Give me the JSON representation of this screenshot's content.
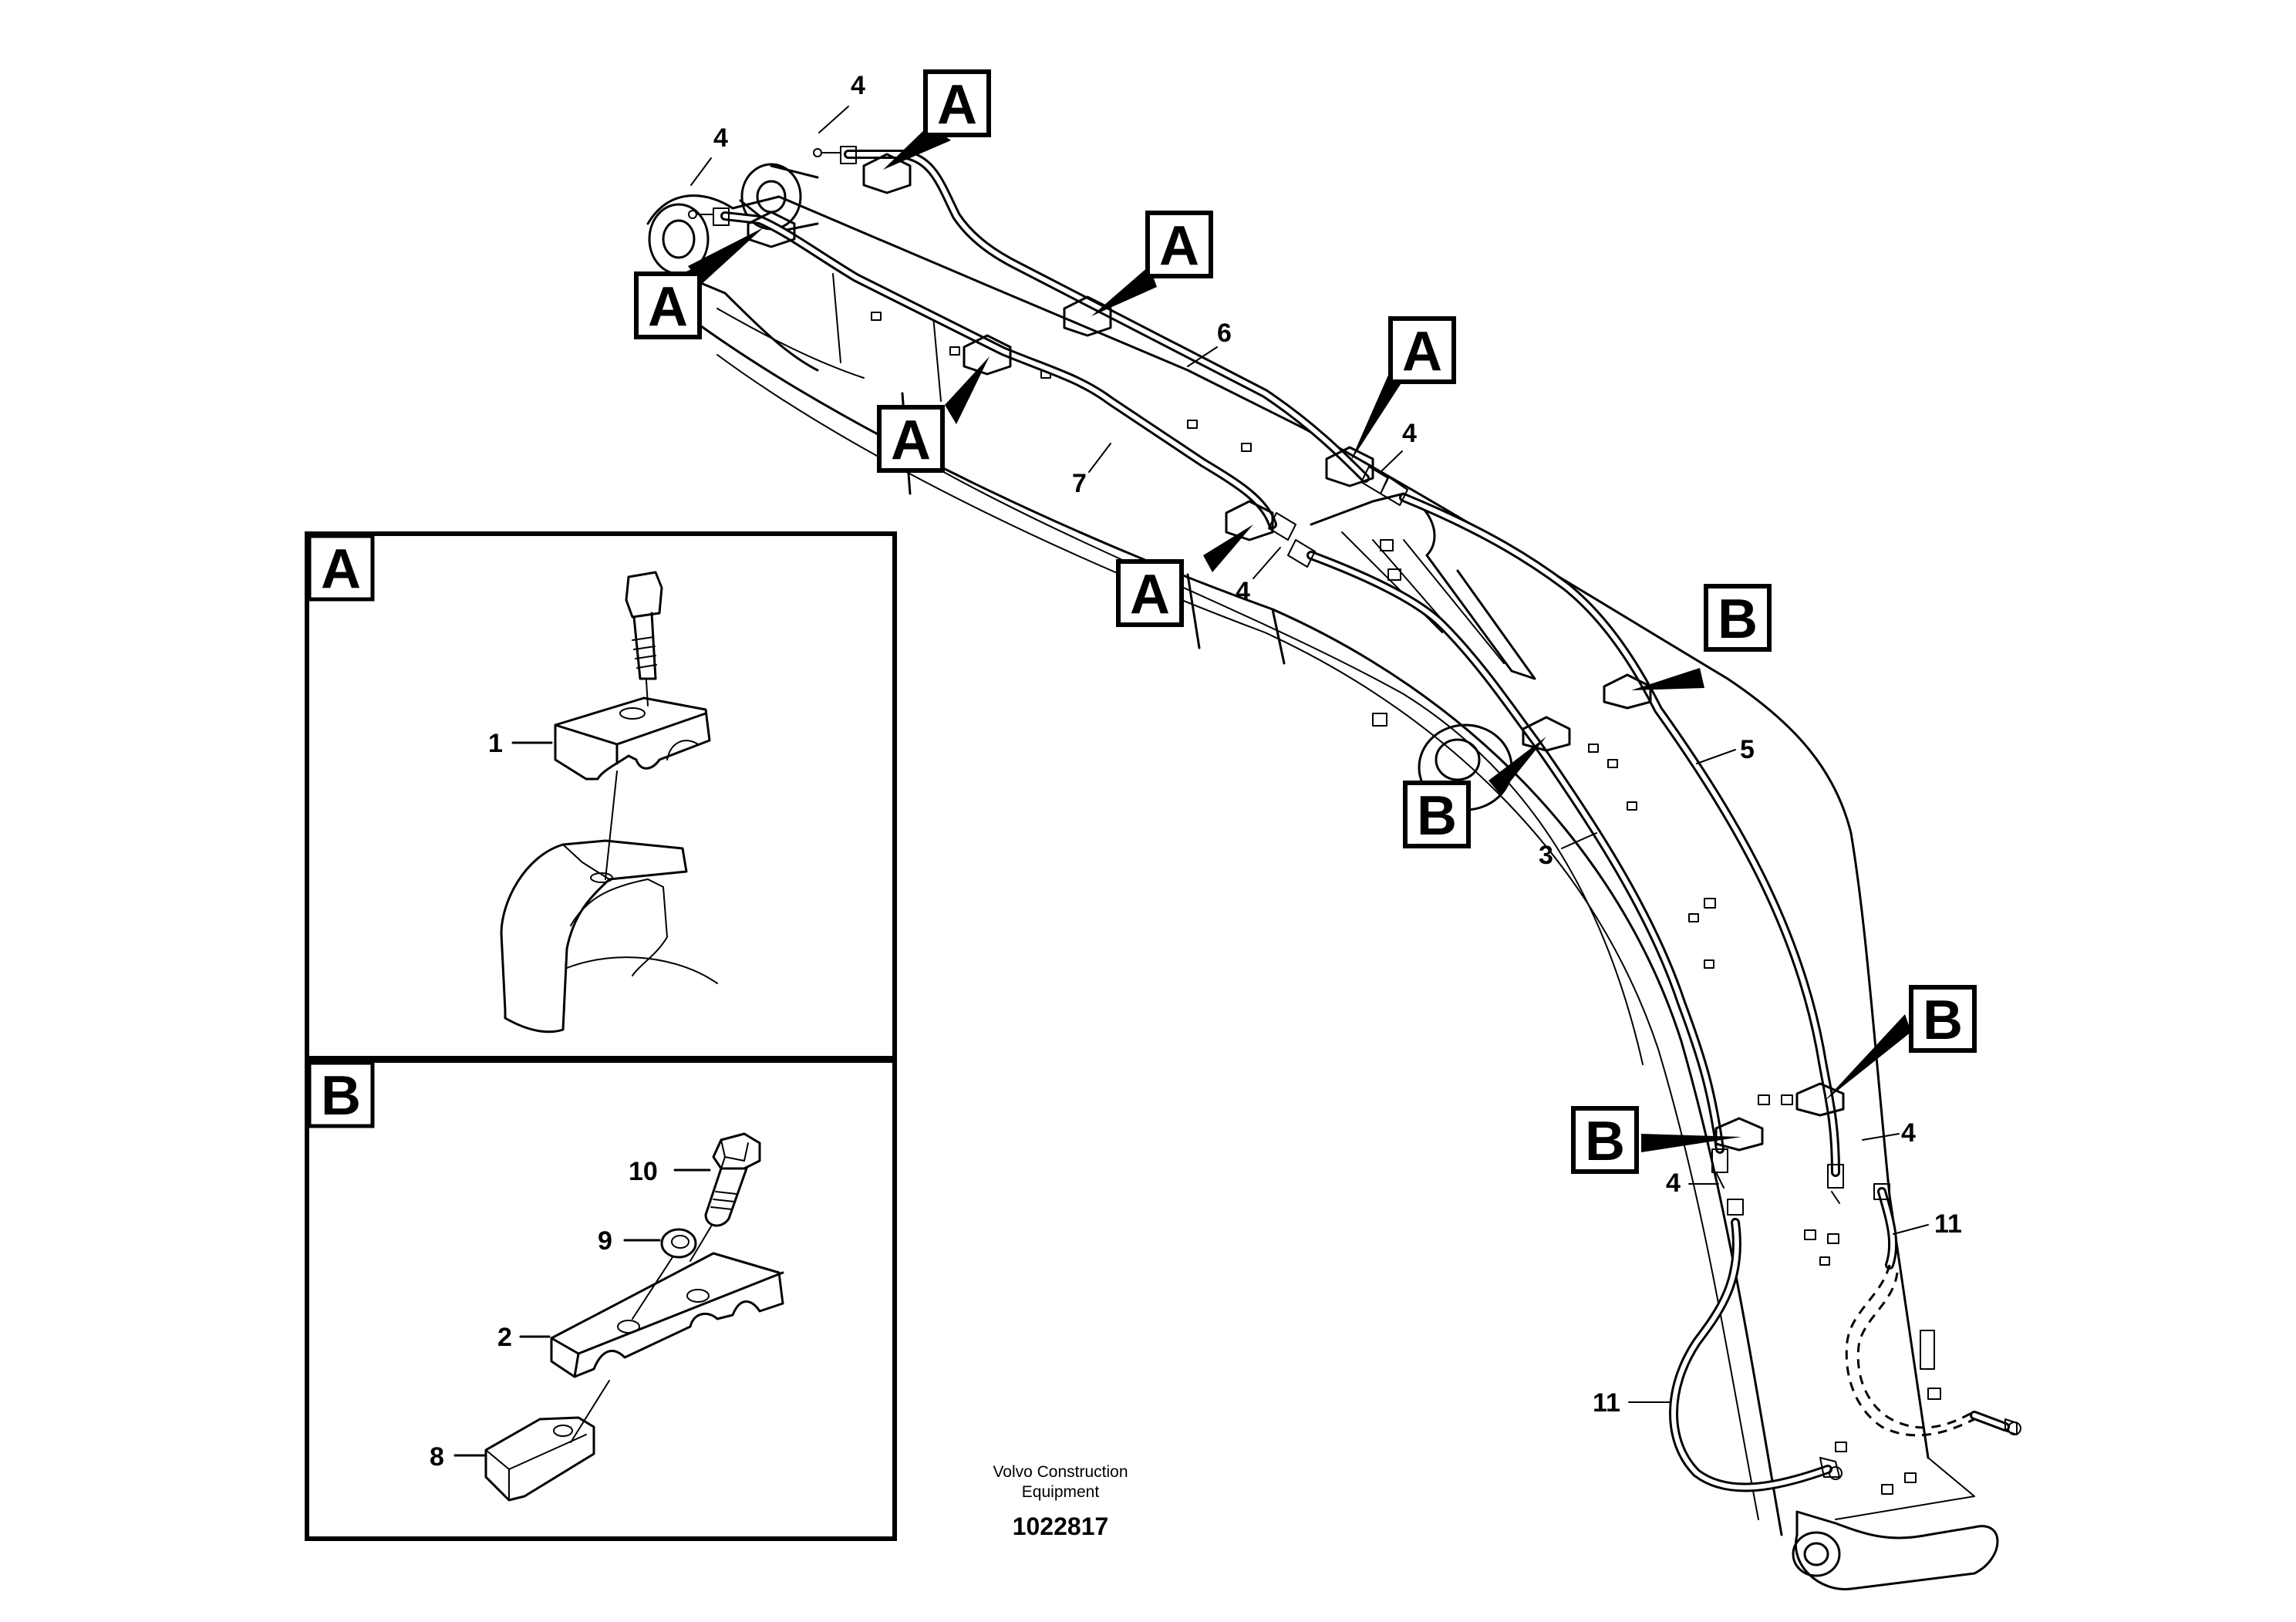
{
  "callout_letters": {
    "a": "A",
    "b": "B"
  },
  "part_numbers": {
    "p1": "1",
    "p2": "2",
    "p3": "3",
    "p4": "4",
    "p5": "5",
    "p6": "6",
    "p7": "7",
    "p8": "8",
    "p9": "9",
    "p10": "10",
    "p11": "11"
  },
  "detail_panels": {
    "a_title": "A",
    "b_title": "B"
  },
  "footer": {
    "brand_line1": "Volvo Construction",
    "brand_line2": "Equipment",
    "drawing_number": "1022817"
  }
}
